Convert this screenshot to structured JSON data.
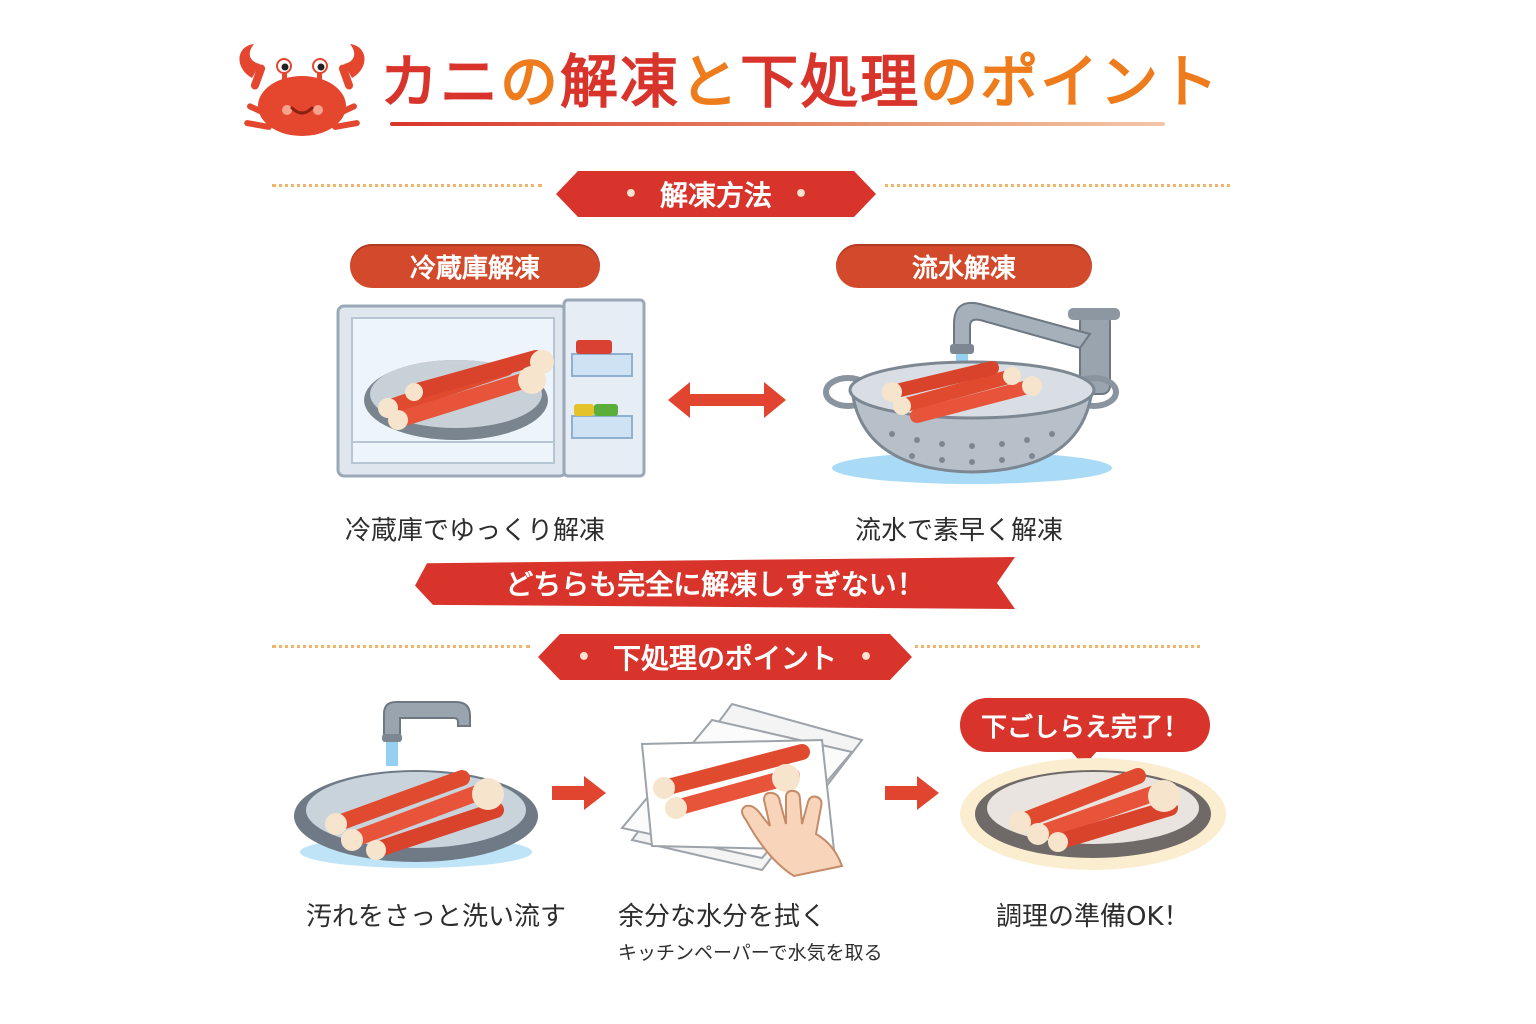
{
  "header": {
    "title_parts": [
      "カニ",
      "の",
      "解凍",
      "と",
      "下処理",
      "のポイント"
    ]
  },
  "thaw_section": {
    "heading": "解凍方法",
    "methods": [
      {
        "label": "冷蔵庫解凍",
        "caption": "冷蔵庫でゆっくり解凍"
      },
      {
        "label": "流水解凍",
        "caption": "流水で素早く解凍"
      }
    ],
    "warning": "どちらも完全に解凍しすぎない！"
  },
  "prep_section": {
    "heading": "下処理のポイント",
    "steps": [
      {
        "caption": "汚れをさっと洗い流す"
      },
      {
        "caption": "余分な水分を拭く",
        "subcaption": "キッチンペーパーで水気を取る"
      },
      {
        "caption": "調理の準備OK！",
        "bubble": "下ごしらえ完了！"
      }
    ]
  },
  "colors": {
    "accent_red": "#d9342b",
    "accent_orange": "#ee7b1c",
    "divider": "#f0b56a"
  },
  "icons": [
    "crab-icon",
    "refrigerator-icon",
    "faucet-icon",
    "colander-icon",
    "plate-icon",
    "paper-towel-icon",
    "hand-icon",
    "double-arrow-icon",
    "right-arrow-icon"
  ]
}
